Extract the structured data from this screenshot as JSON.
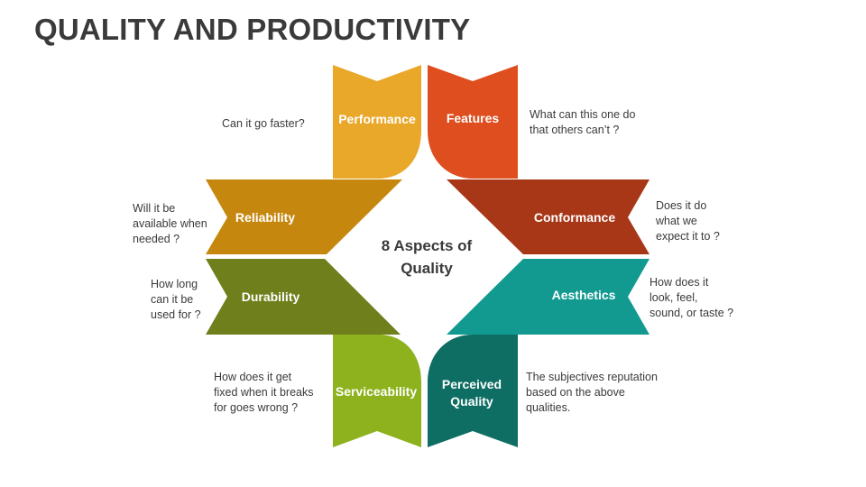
{
  "title": "QUALITY AND PRODUCTIVITY",
  "center": {
    "line1": "8 Aspects of",
    "line2": "Quality"
  },
  "aspects": [
    {
      "label": "Performance",
      "color": "#E9A82A",
      "question": "Can it go faster?"
    },
    {
      "label": "Features",
      "color": "#DE4E1F",
      "question": "What can this one do\nthat others can’t ?"
    },
    {
      "label": "Reliability",
      "color": "#C6870F",
      "question": "Will it be\navailable when\nneeded ?"
    },
    {
      "label": "Conformance",
      "color": "#A73716",
      "question": "Does it do\nwhat we\nexpect it to ?"
    },
    {
      "label": "Durability",
      "color": "#6E7F1B",
      "question": "How long\ncan it be\nused for ?"
    },
    {
      "label": "Aesthetics",
      "color": "#129A91",
      "question": "How does it\nlook, feel,\nsound, or taste ?"
    },
    {
      "label": "Serviceability",
      "color": "#8DB21D",
      "question": "How does it get\nfixed when it breaks\nfor goes wrong ?"
    },
    {
      "label": "Perceived Quality",
      "label_line1": "Perceived",
      "label_line2": "Quality",
      "color": "#0E6E64",
      "question": "The subjectives reputation\nbased on the above\nqualities."
    }
  ]
}
